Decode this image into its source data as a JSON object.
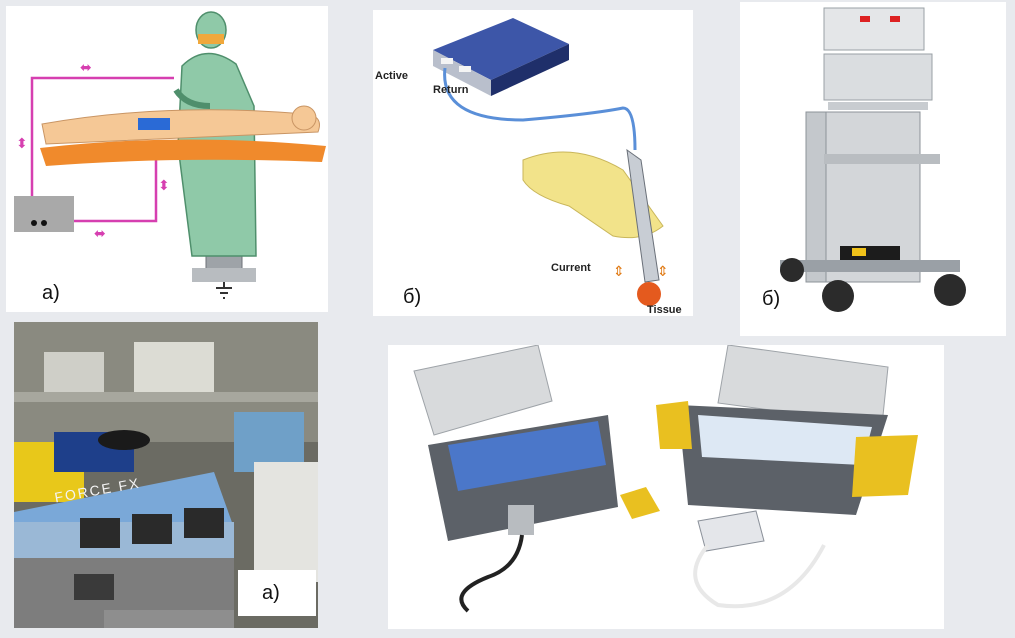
{
  "panels": {
    "top_left": {
      "caption": "а)"
    },
    "top_middle": {
      "caption": "б)",
      "labels": {
        "active": "Active",
        "return": "Return",
        "current": "Current",
        "tissue": "Tissue"
      }
    },
    "top_right": {
      "caption": "б)"
    },
    "bottom_left": {
      "caption": "а)",
      "device_brand": "FORCE FX"
    },
    "bottom_right": {}
  },
  "colors": {
    "gown": "#8fc9a8",
    "skin": "#f5c896",
    "table": "#f08a2c",
    "circuit": "#d63fb0",
    "generator_blue": "#2a3f86",
    "glove": "#f2e38a",
    "pad_blue": "#2c5bd0",
    "case_grey": "#5c6168",
    "tray_yellow": "#e9c020"
  }
}
